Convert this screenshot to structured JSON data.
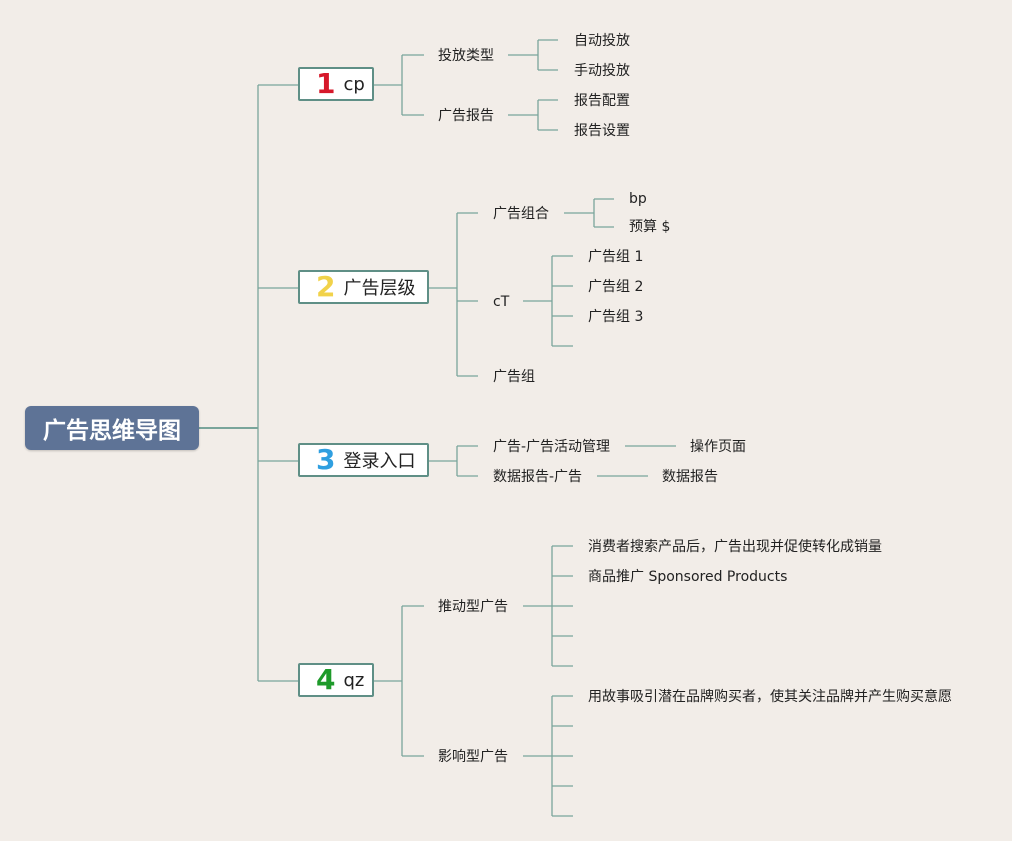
{
  "root": {
    "label": "广告思维导图"
  },
  "colors": {
    "line": "#7aa59b",
    "root_bg": "#5e7396",
    "border": "#5f8f86",
    "n1": "#d6182a",
    "n2": "#f1d24a",
    "n3": "#2f9fe0",
    "n4": "#1e9a2a"
  },
  "branch1": {
    "number": "1",
    "label": "cp",
    "children": [
      {
        "label": "投放类型",
        "children": [
          "自动投放",
          "手动投放"
        ]
      },
      {
        "label": "广告报告",
        "children": [
          "报告配置",
          "报告设置"
        ]
      }
    ]
  },
  "branch2": {
    "number": "2",
    "label": "广告层级",
    "children": [
      {
        "label": "广告组合",
        "children": [
          "bp",
          "预算 $"
        ]
      },
      {
        "label": "cT",
        "children": [
          "广告组 1",
          "广告组 2",
          "广告组 3"
        ]
      },
      {
        "label": "广告组",
        "children": []
      }
    ]
  },
  "branch3": {
    "number": "3",
    "label": "登录入口",
    "children": [
      {
        "label": "广告-广告活动管理",
        "children": [
          "操作页面"
        ]
      },
      {
        "label": "数据报告-广告",
        "children": [
          "数据报告"
        ]
      }
    ]
  },
  "branch4": {
    "number": "4",
    "label": "qz",
    "children": [
      {
        "label": "推动型广告",
        "children": [
          "消费者搜索产品后，广告出现并促使转化成销量",
          "商品推广 Sponsored Products"
        ]
      },
      {
        "label": "影响型广告",
        "children": [
          "用故事吸引潜在品牌购买者，使其关注品牌并产生购买意愿"
        ]
      }
    ]
  }
}
